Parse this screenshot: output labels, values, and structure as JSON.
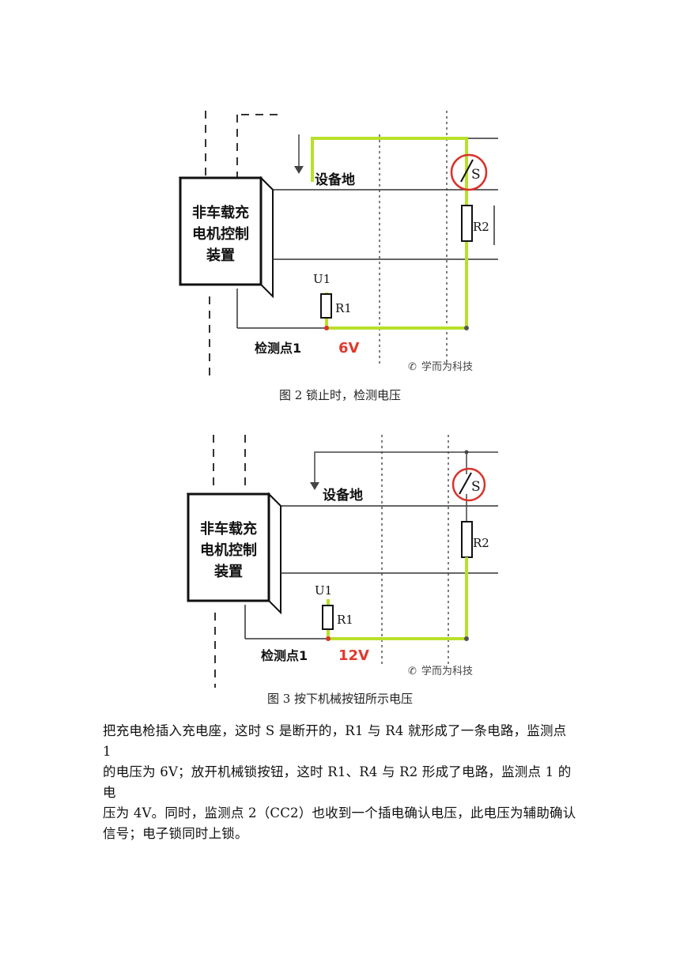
{
  "figure2": {
    "box_lines": [
      "非车载充",
      "电机控制",
      "装置"
    ],
    "ground_label": "设备地",
    "switch_label": "S",
    "r2_label": "R2",
    "u1_label": "U1",
    "r1_label": "R1",
    "detect_label": "检测点1",
    "voltage": "6V",
    "watermark": "学而为科技",
    "caption": "图 2  锁止时，检测电压"
  },
  "figure3": {
    "box_lines": [
      "非车载充",
      "电机控制",
      "装置"
    ],
    "ground_label": "设备地",
    "switch_label": "S",
    "r2_label": "R2",
    "u1_label": "U1",
    "r1_label": "R1",
    "detect_label": "检测点1",
    "voltage": "12V",
    "watermark": "学而为科技",
    "caption": "图 3  按下机械按钮所示电压"
  },
  "colors": {
    "highlight": "#b8e02a",
    "voltage": "#e03a2f",
    "circle": "#d9332b"
  },
  "body": {
    "lines": [
      "把充电枪插入充电座，这时 S 是断开的，R1 与 R4 就形成了一条电路，监测点 1",
      "的电压为 6V；放开机械锁按钮，这时 R1、R4 与 R2 形成了电路，监测点 1 的电",
      "压为 4V。同时，监测点 2（CC2）也收到一个插电确认电压，此电压为辅助确认",
      "信号；电子锁同时上锁。"
    ]
  }
}
